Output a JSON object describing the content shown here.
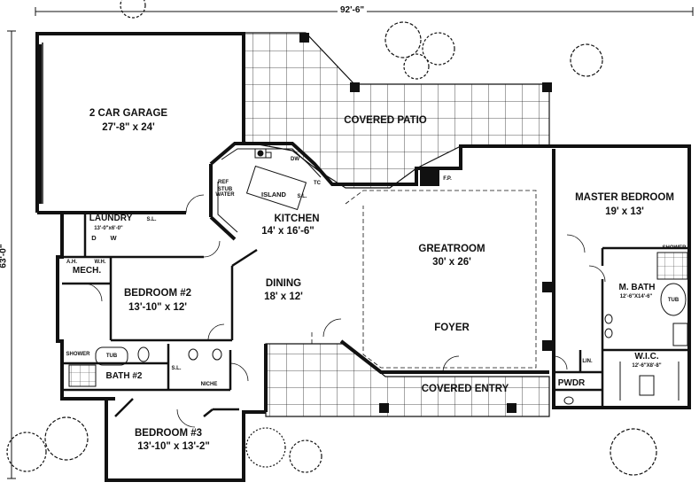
{
  "plan": {
    "overall_width": "92'-6\"",
    "overall_depth": "63'-0\""
  },
  "rooms": {
    "garage": {
      "name": "2 CAR GARAGE",
      "size": "27'-8\" x 24'"
    },
    "patio": {
      "name": "COVERED PATIO"
    },
    "kitchen": {
      "name": "KITCHEN",
      "size": "14' x 16'-6\""
    },
    "laundry": {
      "name": "LAUNDRY",
      "size": "13'-0\"x6'-0\""
    },
    "mech": {
      "name": "MECH."
    },
    "bedroom2": {
      "name": "BEDROOM #2",
      "size": "13'-10\" x 12'"
    },
    "dining": {
      "name": "DINING",
      "size": "18' x 12'"
    },
    "greatroom": {
      "name": "GREATROOM",
      "size": "30' x 26'"
    },
    "foyer": {
      "name": "FOYER"
    },
    "covered_entry": {
      "name": "COVERED ENTRY"
    },
    "master": {
      "name": "MASTER BEDROOM",
      "size": "19' x 13'"
    },
    "mbath": {
      "name": "M. BATH",
      "size": "12'-6\"X14'-6\""
    },
    "wic": {
      "name": "W.I.C.",
      "size": "12'-6\"X8'-8\""
    },
    "pwdr": {
      "name": "PWDR"
    },
    "bath2": {
      "name": "BATH #2"
    },
    "bedroom3": {
      "name": "BEDROOM #3",
      "size": "13'-10\" x 13'-2\""
    }
  },
  "fixtures": {
    "island": "ISLAND",
    "ref": "REF",
    "stub_water": "STUB\nWATER",
    "dw": "DW",
    "tc": "TC",
    "sl_kitchen": "S.L.",
    "sl_laundry": "S.L.",
    "sl_bath2": "S.L.",
    "d": "D",
    "w": "W",
    "ah": "A.H.",
    "wh": "W.H.",
    "shower_bath2": "SHOWER",
    "tub_bath2": "TUB",
    "niche": "NICHE",
    "fp": "F.P.",
    "shower_master": "SHOWER",
    "tub_master": "TUB",
    "lin": "LIN."
  }
}
